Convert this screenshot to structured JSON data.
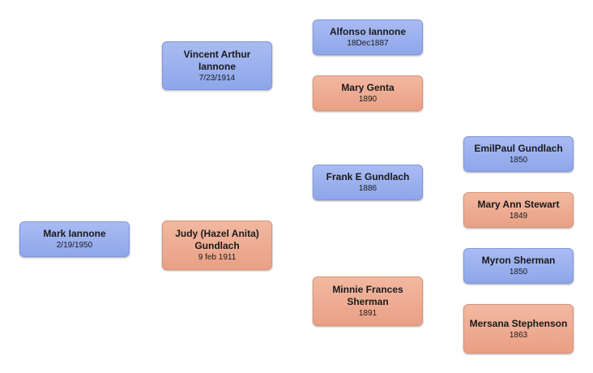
{
  "people": {
    "root": {
      "name": "Mark Iannone",
      "date": "2/19/1950",
      "sex": "male"
    },
    "father": {
      "name": "Vincent Arthur Iannone",
      "date": "7/23/1914",
      "sex": "male"
    },
    "mother": {
      "name": "Judy (Hazel Anita) Gundlach",
      "date": "9 feb 1911",
      "sex": "female"
    },
    "pat_gf": {
      "name": "Alfonso Iannone",
      "date": "18Dec1887",
      "sex": "male"
    },
    "pat_gm": {
      "name": "Mary Genta",
      "date": "1890",
      "sex": "female"
    },
    "mat_gf": {
      "name": "Frank E Gundlach",
      "date": "1886",
      "sex": "male"
    },
    "mat_gm": {
      "name": "Minnie Frances Sherman",
      "date": "1891",
      "sex": "female"
    },
    "mgf_f": {
      "name": "EmilPaul Gundlach",
      "date": "1850",
      "sex": "male"
    },
    "mgf_m": {
      "name": "Mary Ann Stewart",
      "date": "1849",
      "sex": "female"
    },
    "mgm_f": {
      "name": "Myron Sherman",
      "date": "1850",
      "sex": "male"
    },
    "mgm_m": {
      "name": "Mersana Stephenson",
      "date": "1863",
      "sex": "female"
    }
  },
  "colors": {
    "male": "#98afed",
    "female": "#eea98e"
  }
}
